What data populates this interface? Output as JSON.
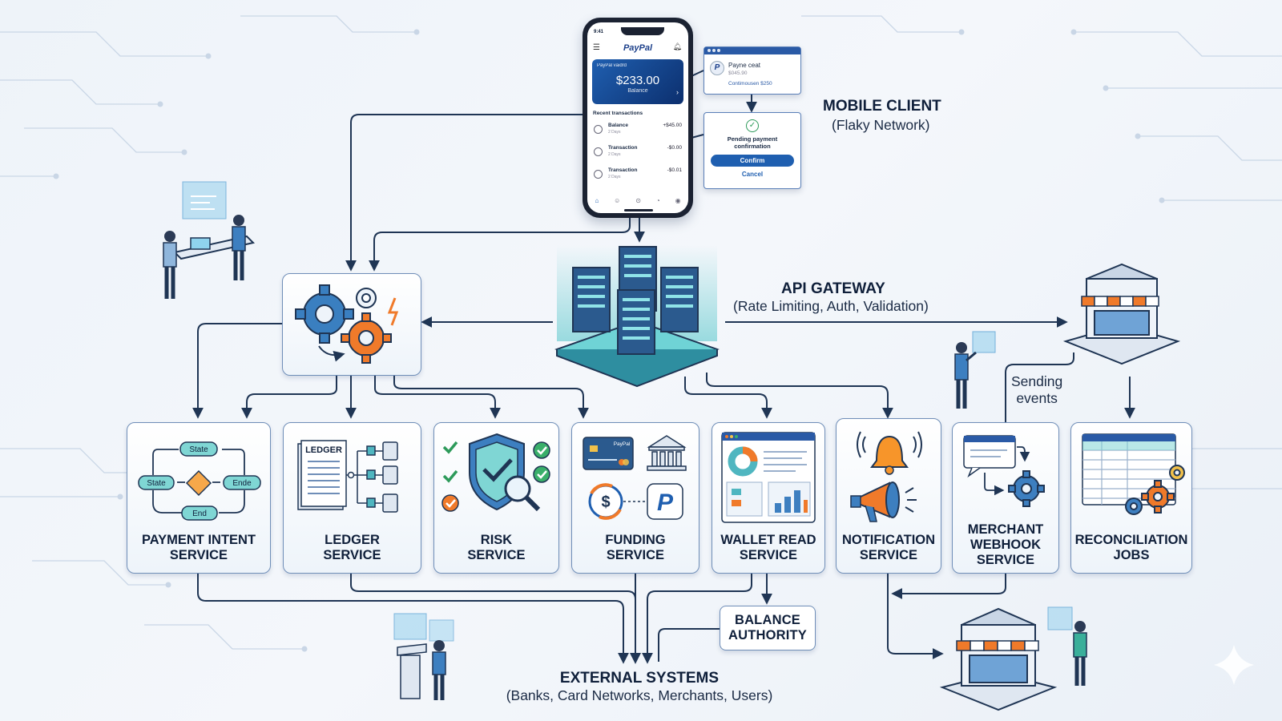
{
  "mobile_client": {
    "title": "MOBILE CLIENT",
    "subtitle": "(Flaky Network)",
    "phone": {
      "time": "9:41",
      "brand": "PayPal",
      "card_label": "PayPal vaidrd",
      "balance_amount": "$233.00",
      "balance_label": "Balance",
      "recent_heading": "Recent transactions",
      "transactions": [
        {
          "name": "Balance",
          "sub": "2 Days",
          "amount": "+$45.00"
        },
        {
          "name": "Transaction",
          "sub": "2 Days",
          "amount": "-$0.00"
        },
        {
          "name": "Transaction",
          "sub": "2 Days",
          "amount": "-$0.01"
        }
      ]
    },
    "popup_payee": {
      "name": "Payne ceat",
      "amount": "$045.90",
      "detail": "Contimousen $250"
    },
    "popup_confirm": {
      "title": "Pending payment confirmation",
      "confirm_label": "Confirm",
      "cancel_label": "Cancel"
    }
  },
  "api_gateway": {
    "title": "API GATEWAY",
    "subtitle": "(Rate Limiting, Auth, Validation)"
  },
  "services": [
    {
      "id": "payment-intent",
      "line1": "PAYMENT INTENT",
      "line2": "SERVICE"
    },
    {
      "id": "ledger",
      "line1": "LEDGER",
      "line2": "SERVICE"
    },
    {
      "id": "risk",
      "line1": "RISK",
      "line2": "SERVICE"
    },
    {
      "id": "funding",
      "line1": "FUNDING",
      "line2": "SERVICE"
    },
    {
      "id": "wallet-read",
      "line1": "WALLET READ",
      "line2": "SERVICE"
    },
    {
      "id": "notification",
      "line1": "NOTIFICATION",
      "line2": "SERVICE"
    },
    {
      "id": "merchant-webhook",
      "line1": "MERCHANT",
      "line2": "WEBHOOK",
      "line3": "SERVICE"
    },
    {
      "id": "reconciliation",
      "line1": "RECONCILIATION",
      "line2": "JOBS"
    }
  ],
  "payment_intent_states": {
    "top": "State",
    "left": "State",
    "right": "Ende",
    "bottom": "End"
  },
  "ledger_tag": "LEDGER",
  "funding_card_brand": "PayPal",
  "balance_authority": {
    "line1": "BALANCE",
    "line2": "AUTHORITY"
  },
  "sending_events": {
    "line1": "Sending",
    "line2": "events"
  },
  "external_systems": {
    "title": "EXTERNAL SYSTEMS",
    "subtitle": "(Banks, Card Networks, Merchants, Users)"
  },
  "colors": {
    "accent_blue": "#1f5fb0",
    "teal": "#4fc3c8",
    "orange": "#f07a2a",
    "line": "#1f3554"
  }
}
